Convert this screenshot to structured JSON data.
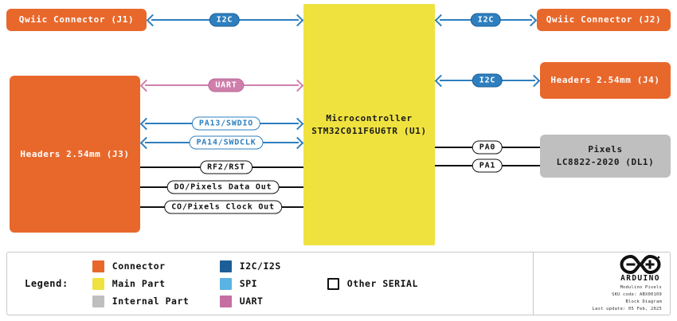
{
  "diagram": {
    "title": "Modulino Pixels Block Diagram",
    "blocks": {
      "j1": {
        "line1": "Qwiic Connector (J1)"
      },
      "j2": {
        "line1": "Qwiic Connector (J2)"
      },
      "j3": {
        "line1": "Headers 2.54mm (J3)"
      },
      "j4": {
        "line1": "Headers 2.54mm (J4)"
      },
      "mcu": {
        "line1": "Microcontroller",
        "line2": "STM32C011F6U6TR (U1)"
      },
      "pixels": {
        "line1": "Pixels",
        "line2": "LC8822-2020 (DL1)"
      }
    },
    "connections": {
      "j1_mcu": "I2C",
      "mcu_j2": "I2C",
      "mcu_j4": "I2C",
      "j3_uart": "UART",
      "j3_swdio": "PA13/SWDIO",
      "j3_swdclk": "PA14/SWDCLK",
      "j3_rst": "RF2/RST",
      "j3_data": "DO/Pixels Data Out",
      "j3_clock": "CO/Pixels Clock Out",
      "mcu_pa0": "PA0",
      "mcu_pa1": "PA1"
    }
  },
  "legend": {
    "title": "Legend:",
    "parts": [
      {
        "label": "Connector",
        "color": "#e8682c"
      },
      {
        "label": "Main Part",
        "color": "#efe23f"
      },
      {
        "label": "Internal Part",
        "color": "#bfbfbf"
      }
    ],
    "buses": [
      {
        "label": "I2C/I2S",
        "color": "#1c5f96"
      },
      {
        "label": "SPI",
        "color": "#5bb3e4"
      },
      {
        "label": "UART",
        "color": "#c46ea2"
      }
    ],
    "other": [
      {
        "label": "Other SERIAL",
        "color": "#ffffff"
      }
    ]
  },
  "brand": {
    "name": "ARDUINO",
    "product": "Modulino Pixels",
    "sku": "SKU code: ABX00109",
    "doc_type": "Block Diagram",
    "last_update": "Last update: 05 Feb, 2025"
  }
}
